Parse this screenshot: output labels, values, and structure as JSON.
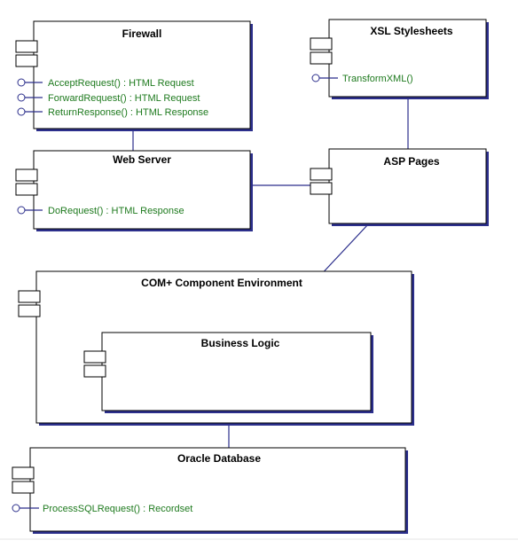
{
  "components": {
    "firewall": {
      "title": "Firewall",
      "methods": [
        "AcceptRequest() : HTML Request",
        "ForwardRequest() : HTML Request",
        "ReturnResponse() : HTML Response"
      ]
    },
    "xsl": {
      "title": "XSL Stylesheets",
      "methods": [
        "TransformXML()"
      ]
    },
    "webserver": {
      "title": "Web Server",
      "methods": [
        "DoRequest() : HTML Response"
      ]
    },
    "asp": {
      "title": "ASP Pages",
      "methods": []
    },
    "complus": {
      "title": "COM+ Component Environment",
      "methods": []
    },
    "business": {
      "title": "Business Logic",
      "methods": []
    },
    "oracle": {
      "title": "Oracle Database",
      "methods": [
        "ProcessSQLRequest() : Recordset"
      ]
    }
  },
  "colors": {
    "border": "#000000",
    "shadow": "#2c2f8c",
    "connector": "#2c2f8c",
    "method_text": "#1e7a1e"
  }
}
